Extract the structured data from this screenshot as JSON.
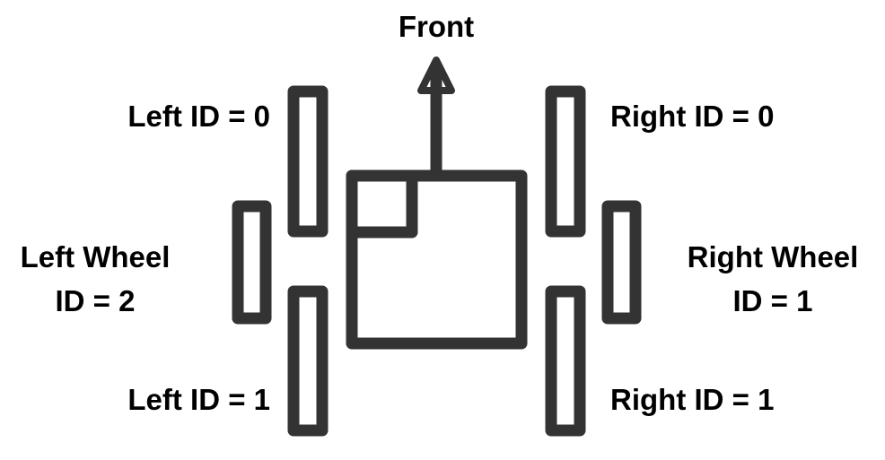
{
  "labels": {
    "front": "Front",
    "left_id_0": "Left ID = 0",
    "left_wheel_line1": "Left Wheel",
    "left_wheel_line2": "ID = 2",
    "left_id_1": "Left ID = 1",
    "right_id_0": "Right ID = 0",
    "right_wheel_line1": "Right Wheel",
    "right_wheel_line2": "ID = 1",
    "right_id_1": "Right ID = 1"
  },
  "colors": {
    "stroke": "#333333",
    "text": "#000000",
    "background": "#ffffff"
  }
}
